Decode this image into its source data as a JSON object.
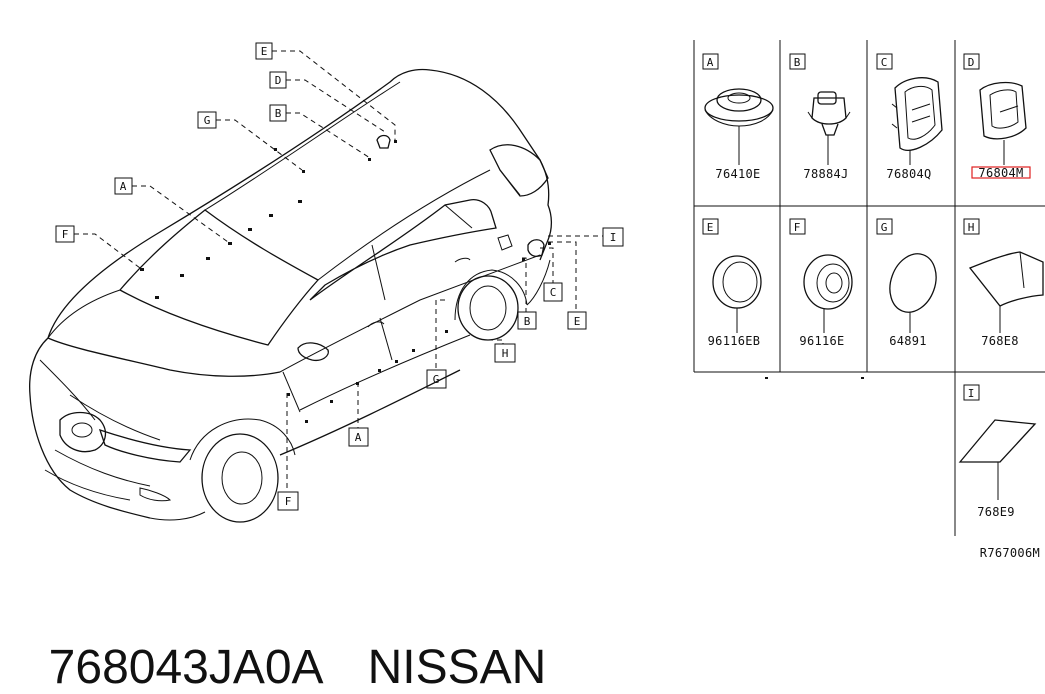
{
  "callouts": {
    "E_top": "E",
    "D_top": "D",
    "B_top": "B",
    "G_top": "G",
    "A_left": "A",
    "F_left": "F",
    "I_right": "I",
    "C_right": "C",
    "B_right": "B",
    "E_right": "E",
    "H_rear": "H",
    "G_bottom": "G",
    "A_bottom": "A",
    "F_bottom": "F"
  },
  "parts": [
    {
      "letter": "A",
      "number": "76410E"
    },
    {
      "letter": "B",
      "number": "78884J"
    },
    {
      "letter": "C",
      "number": "76804Q"
    },
    {
      "letter": "D",
      "number": "76804M"
    },
    {
      "letter": "E",
      "number": "96116EB"
    },
    {
      "letter": "F",
      "number": "96116E"
    },
    {
      "letter": "G",
      "number": "64891"
    },
    {
      "letter": "H",
      "number": "768E8"
    },
    {
      "letter": "I",
      "number": "768E9"
    }
  ],
  "diagram_ref": "R767006M",
  "caption": {
    "part_number": "768043JA0A",
    "brand": "NISSAN"
  },
  "highlight_color": "#e02020"
}
